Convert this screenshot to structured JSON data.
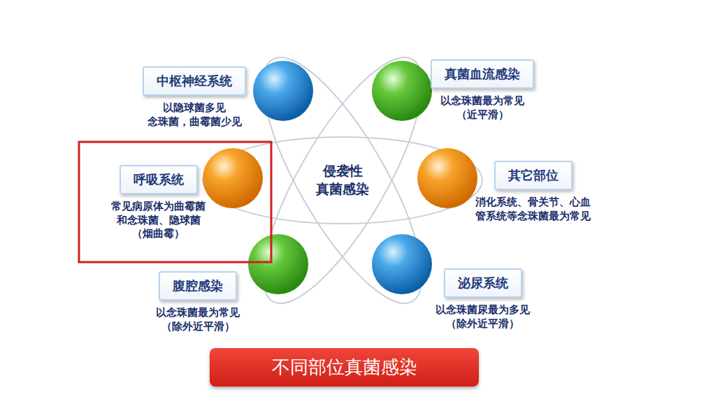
{
  "diagram": {
    "title": "不同部位真菌感染",
    "nodes": [
      {
        "text": [
          "中枢神经系统",
          "以隐球菌多见 念珠菌，曲霉菌少见"
        ]
      },
      {
        "text": [
          "真菌血流感染",
          "以念珠菌最为常见 （近平滑）"
        ]
      },
      {
        "text": [
          "呼吸系统",
          "常见病原体为曲霉菌 和念珠菌、隐球菌 （烟曲霉）"
        ]
      },
      {
        "text": [
          "其它部位",
          "消化系统、骨关节、心血 管系统等念珠菌最为常见"
        ]
      },
      {
        "text": [
          "腹腔感染",
          "以念珠菌最为常见 （除外近平滑）"
        ]
      },
      {
        "text": [
          "泌尿系统",
          "以念珠菌尿最为多见 （除外近平滑）"
        ]
      }
    ],
    "labels": [
      "侵袭性 真菌感染"
    ]
  }
}
